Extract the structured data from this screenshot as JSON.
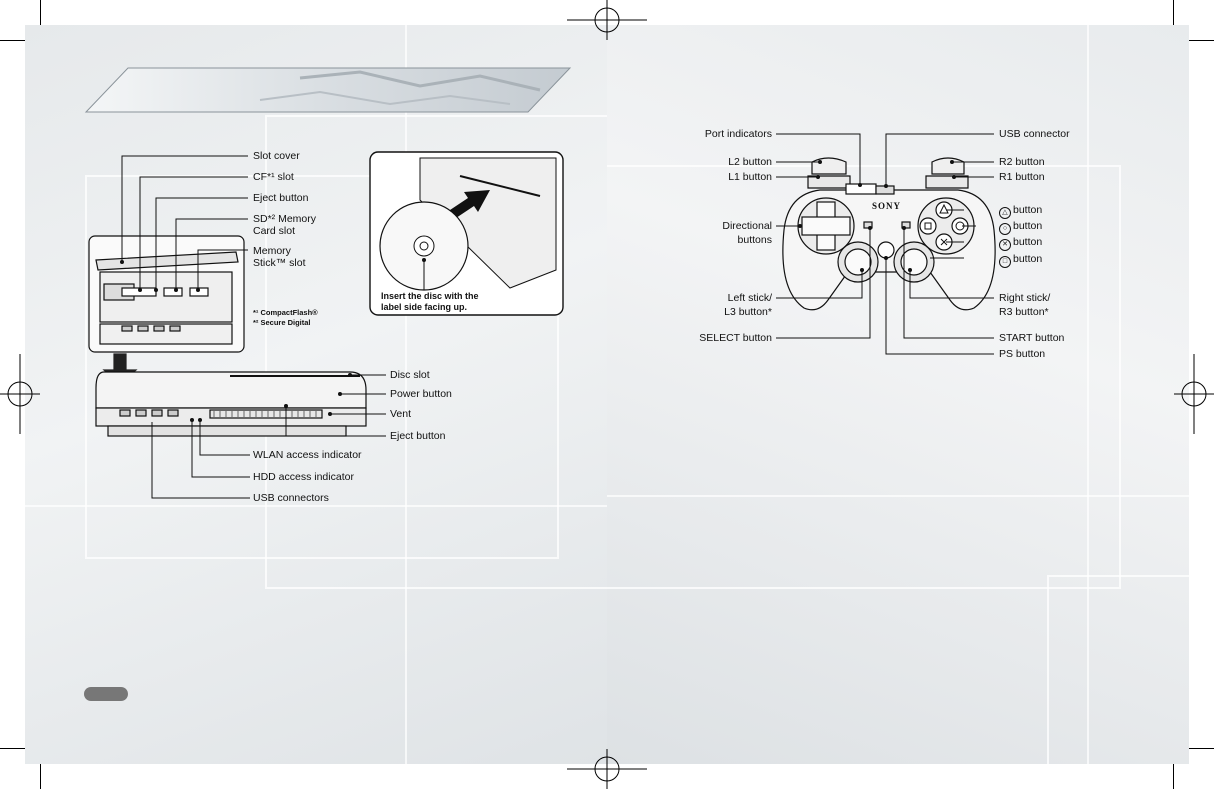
{
  "console": {
    "labels": {
      "slot_cover": "Slot cover",
      "cf_slot": "CF*¹ slot",
      "eject_button_top": "Eject button",
      "sd_slot_line1": "SD*² Memory",
      "sd_slot_line2": "Card slot",
      "ms_slot_line1": "Memory",
      "ms_slot_line2": "Stick™ slot",
      "disc_slot": "Disc slot",
      "power_button": "Power button",
      "vent": "Vent",
      "eject_button": "Eject button",
      "wlan_indicator": "WLAN access indicator",
      "hdd_indicator": "HDD access indicator",
      "usb_connectors": "USB connectors"
    },
    "footnotes": {
      "cf": "*¹ CompactFlash®",
      "sd": "*² Secure Digital"
    },
    "disc_note": {
      "line1": "Insert the disc with the",
      "line2": "label side facing up."
    }
  },
  "controller": {
    "brand": "SONY",
    "labels": {
      "port_indicators": "Port indicators",
      "l2_button": "L2 button",
      "l1_button": "L1 button",
      "directional_line1": "Directional",
      "directional_line2": "buttons",
      "left_stick_line1": "Left stick/",
      "left_stick_line2": "L3 button*",
      "select_button": "SELECT button",
      "usb_connector": "USB connector",
      "r2_button": "R2 button",
      "r1_button": "R1 button",
      "triangle_button": "button",
      "circle_button": "button",
      "cross_button": "button",
      "square_button": "button",
      "right_stick_line1": "Right stick/",
      "right_stick_line2": "R3 button*",
      "start_button": "START button",
      "ps_button": "PS button"
    }
  }
}
